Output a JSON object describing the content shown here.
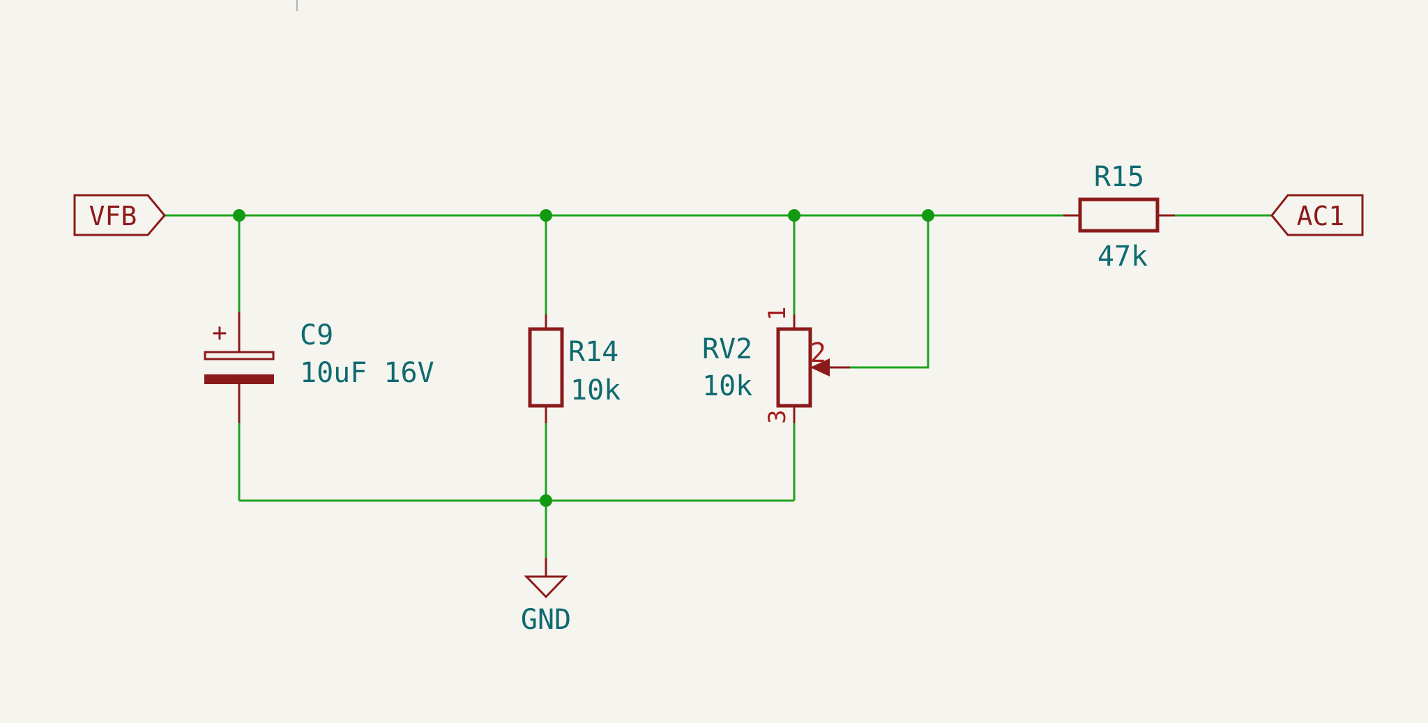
{
  "colors": {
    "background": "#f5f4ef",
    "wire": "#1ea31e",
    "junction": "#139a13",
    "component": "#8b1a1a",
    "text": "#0f6a6f"
  },
  "labels": {
    "vfb": "VFB",
    "ac1": "AC1",
    "gnd": "GND"
  },
  "components": {
    "c9": {
      "ref": "C9",
      "value": "10uF 16V",
      "plus": "+"
    },
    "r14": {
      "ref": "R14",
      "value": "10k"
    },
    "rv2": {
      "ref": "RV2",
      "value": "10k",
      "pin1": "1",
      "pin2": "2",
      "pin3": "3"
    },
    "r15": {
      "ref": "R15",
      "value": "47k"
    }
  }
}
